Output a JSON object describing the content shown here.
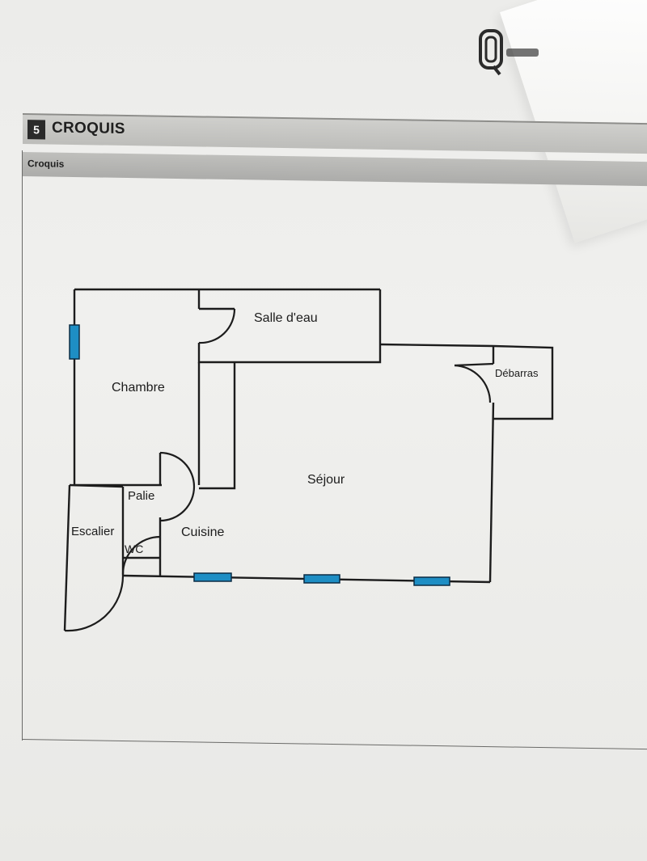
{
  "section": {
    "number": "5",
    "title": "CROQUIS"
  },
  "subsection": {
    "title": "Croquis"
  },
  "rooms": {
    "salle_deau": "Salle d'eau",
    "chambre": "Chambre",
    "debarras": "Débarras",
    "sejour": "Séjour",
    "palier": "Palie",
    "escalier": "Escalier",
    "cuisine": "Cuisine",
    "wc": "WC"
  },
  "colors": {
    "wall": "#1c1c1c",
    "window_fill": "#1e8ec4",
    "window_stroke": "#0b2c44",
    "header_bar": "#c4c4c1",
    "number_badge": "#2a2a2a"
  },
  "icons": {
    "logo": "company-logo-icon",
    "window": "window-icon",
    "door_swing": "door-swing-icon"
  }
}
